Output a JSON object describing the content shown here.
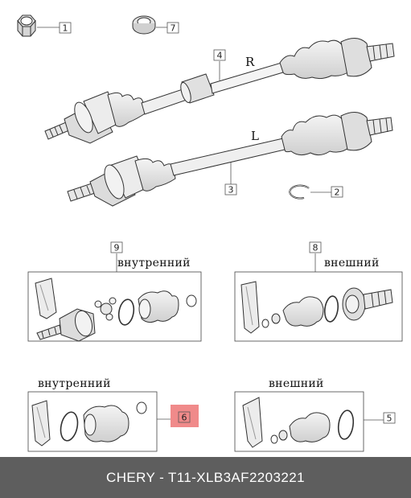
{
  "callouts": {
    "c1": "1",
    "c2": "2",
    "c3": "3",
    "c4": "4",
    "c5": "5",
    "c6": "6",
    "c7": "7",
    "c8": "8",
    "c9": "9"
  },
  "shafts": {
    "right_label": "R",
    "left_label": "L"
  },
  "kits": {
    "inner": "внутренний",
    "outer": "внешний"
  },
  "highlight_color": "#f08a8a",
  "footer": {
    "text": "CHERY - T11-XLB3AF2203221"
  }
}
